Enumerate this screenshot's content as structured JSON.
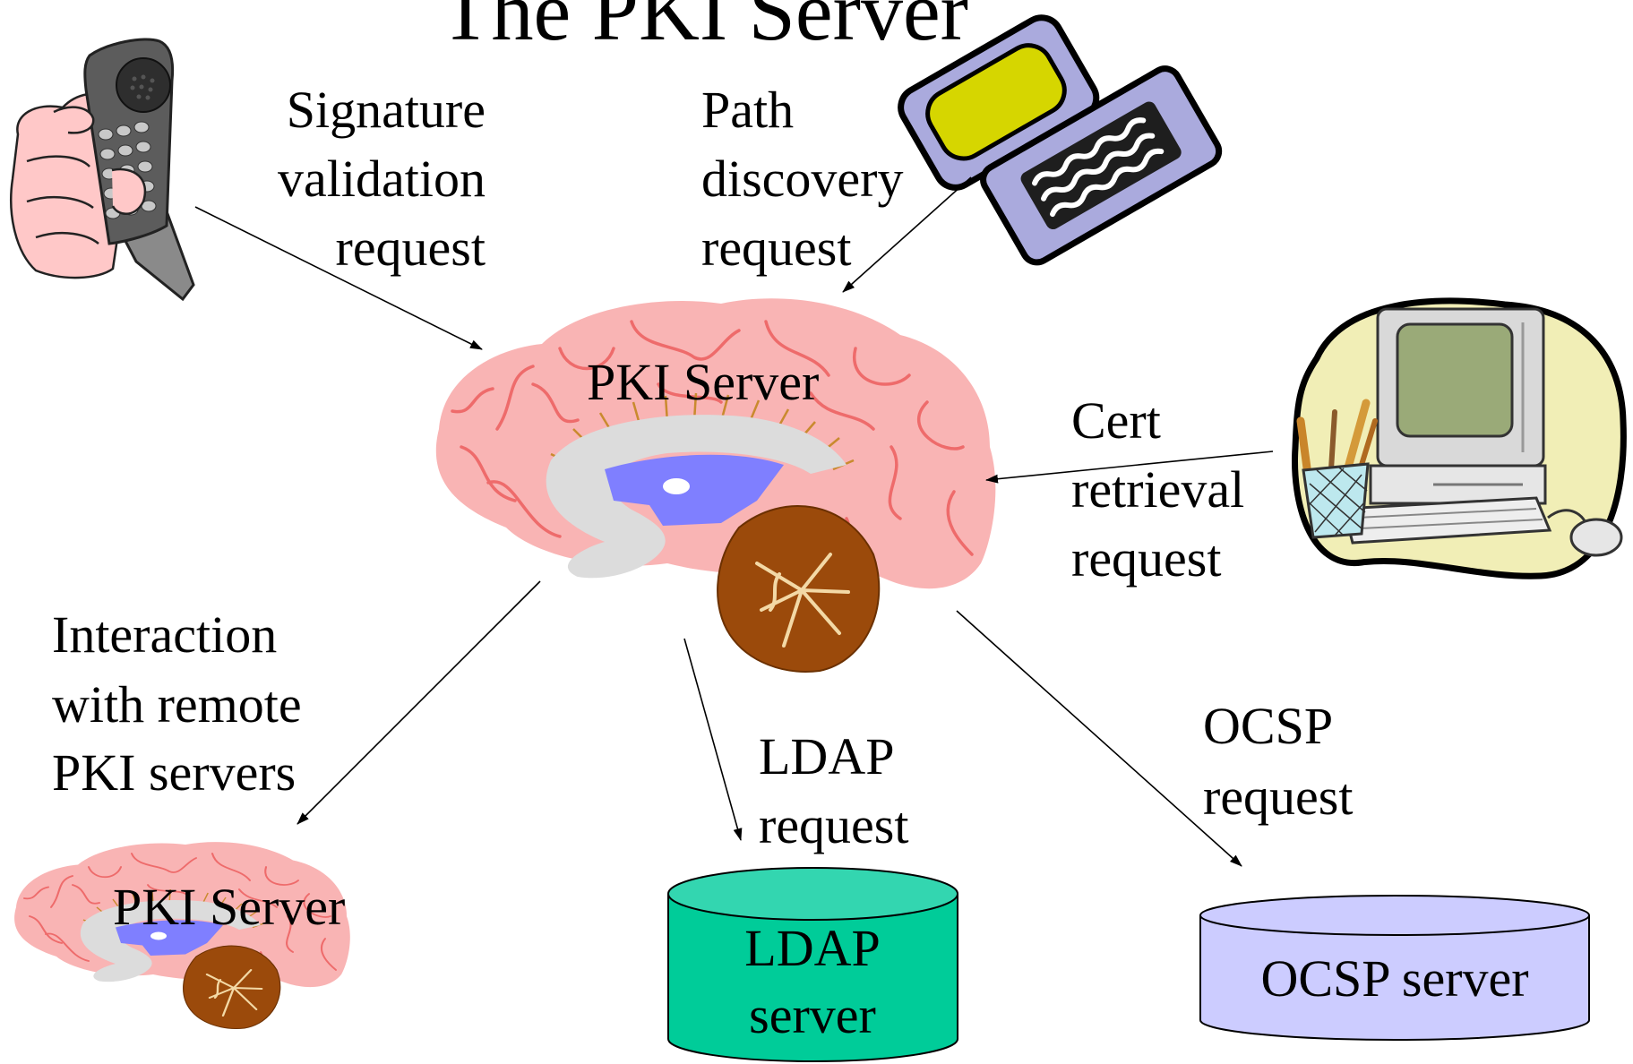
{
  "title": "The PKI Server",
  "requests": {
    "signature_validation": [
      "Signature",
      "validation",
      "request"
    ],
    "path_discovery": [
      "Path",
      "discovery",
      "request"
    ],
    "cert_retrieval": [
      "Cert",
      "retrieval",
      "request"
    ],
    "remote_interaction": [
      "Interaction",
      "with remote",
      "PKI servers"
    ],
    "ldap": [
      "LDAP",
      "request"
    ],
    "ocsp": [
      "OCSP",
      "request"
    ]
  },
  "nodes": {
    "main_server": "PKI Server",
    "remote_server": "PKI Server",
    "ldap_server": [
      "LDAP",
      "server"
    ],
    "ocsp_server": "OCSP server"
  },
  "icons": [
    "phone-icon",
    "pda-laptop-icon",
    "desktop-computer-icon",
    "brain-icon",
    "database-cylinder-icon"
  ],
  "colors": {
    "brain": "#f9b4b4",
    "brain_gyri": "#ee6b6b",
    "cerebellum": "#9b4a0b",
    "brain_center": "#7f7fff",
    "ldap_server": "#00cc99",
    "ocsp_server": "#ccccff",
    "pda_body": "#aaaadd",
    "pda_screen": "#d6d600"
  }
}
